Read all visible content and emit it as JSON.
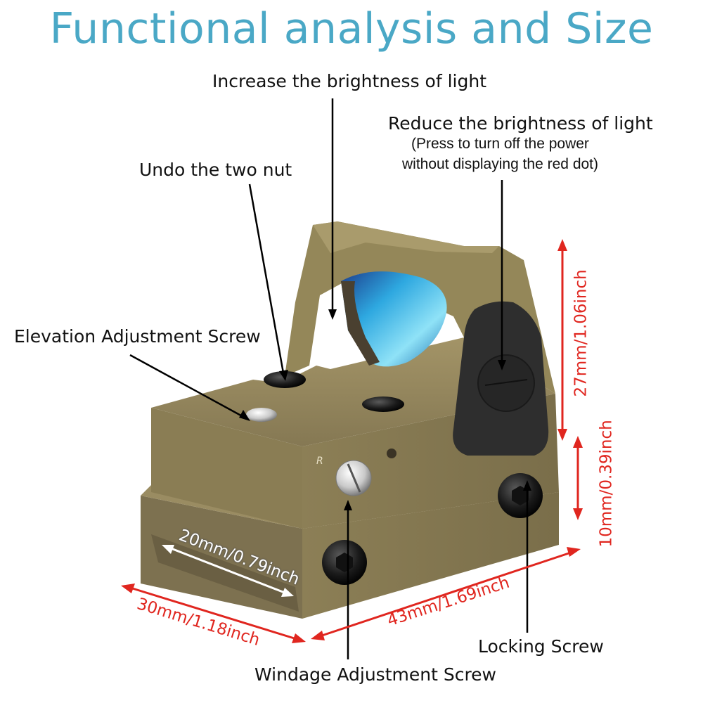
{
  "title": "Functional analysis and Size",
  "labels": {
    "increase_brightness": "Increase the brightness of light",
    "reduce_brightness": "Reduce the brightness of light",
    "reduce_note_line1": "(Press to turn off the power",
    "reduce_note_line2": "without displaying the red dot)",
    "undo_nut": "Undo the two nut",
    "elevation_screw": "Elevation Adjustment Screw",
    "windage_screw": "Windage Adjustment Screw",
    "locking_screw": "Locking Screw"
  },
  "dimensions": {
    "height_upper": "27mm/1.06inch",
    "height_base": "10mm/0.39inch",
    "length": "43mm/1.69inch",
    "width_base": "30mm/1.18inch",
    "rail_width": "20mm/0.79inch"
  },
  "colors": {
    "title": "#4aa8c6",
    "dimension_arrow": "#e0261f",
    "body": "#8f8258",
    "lens": "#2ea8e0"
  },
  "icons": {
    "brightness_button": "rubber-button-icon",
    "screw": "hex-socket-screw-icon"
  }
}
